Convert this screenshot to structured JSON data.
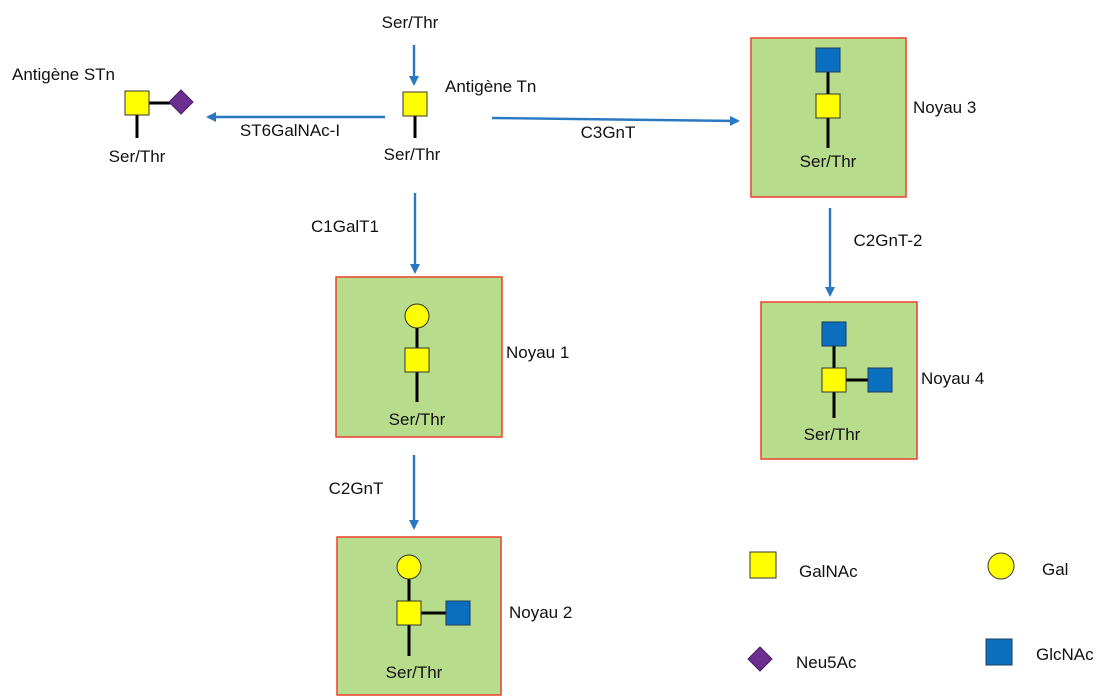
{
  "colors": {
    "core_fill": "#b6dc8c",
    "core_border": "#e8412c",
    "arrow": "#2a78c2",
    "galnac": "#ffff00",
    "gal": "#ffff00",
    "glcnac": "#0a6fbf",
    "neu5ac": "#6b2f8f"
  },
  "labels": {
    "ser_thr": "Ser/Thr",
    "antigen_tn": "Antigène Tn",
    "antigen_stn": "Antigène STn",
    "core1": "Noyau 1",
    "core2": "Noyau 2",
    "core3": "Noyau 3",
    "core4": "Noyau 4"
  },
  "enzymes": {
    "st6galnac": "ST6GalNAc-I",
    "c3gnt": "C3GnT",
    "c1galt1": "C1GalT1",
    "c2gnt": "C2GnT",
    "c2gnt2": "C2GnT-2"
  },
  "legend": {
    "galnac": "GalNAc",
    "gal": "Gal",
    "neu5ac": "Neu5Ac",
    "glcnac": "GlcNAc"
  }
}
